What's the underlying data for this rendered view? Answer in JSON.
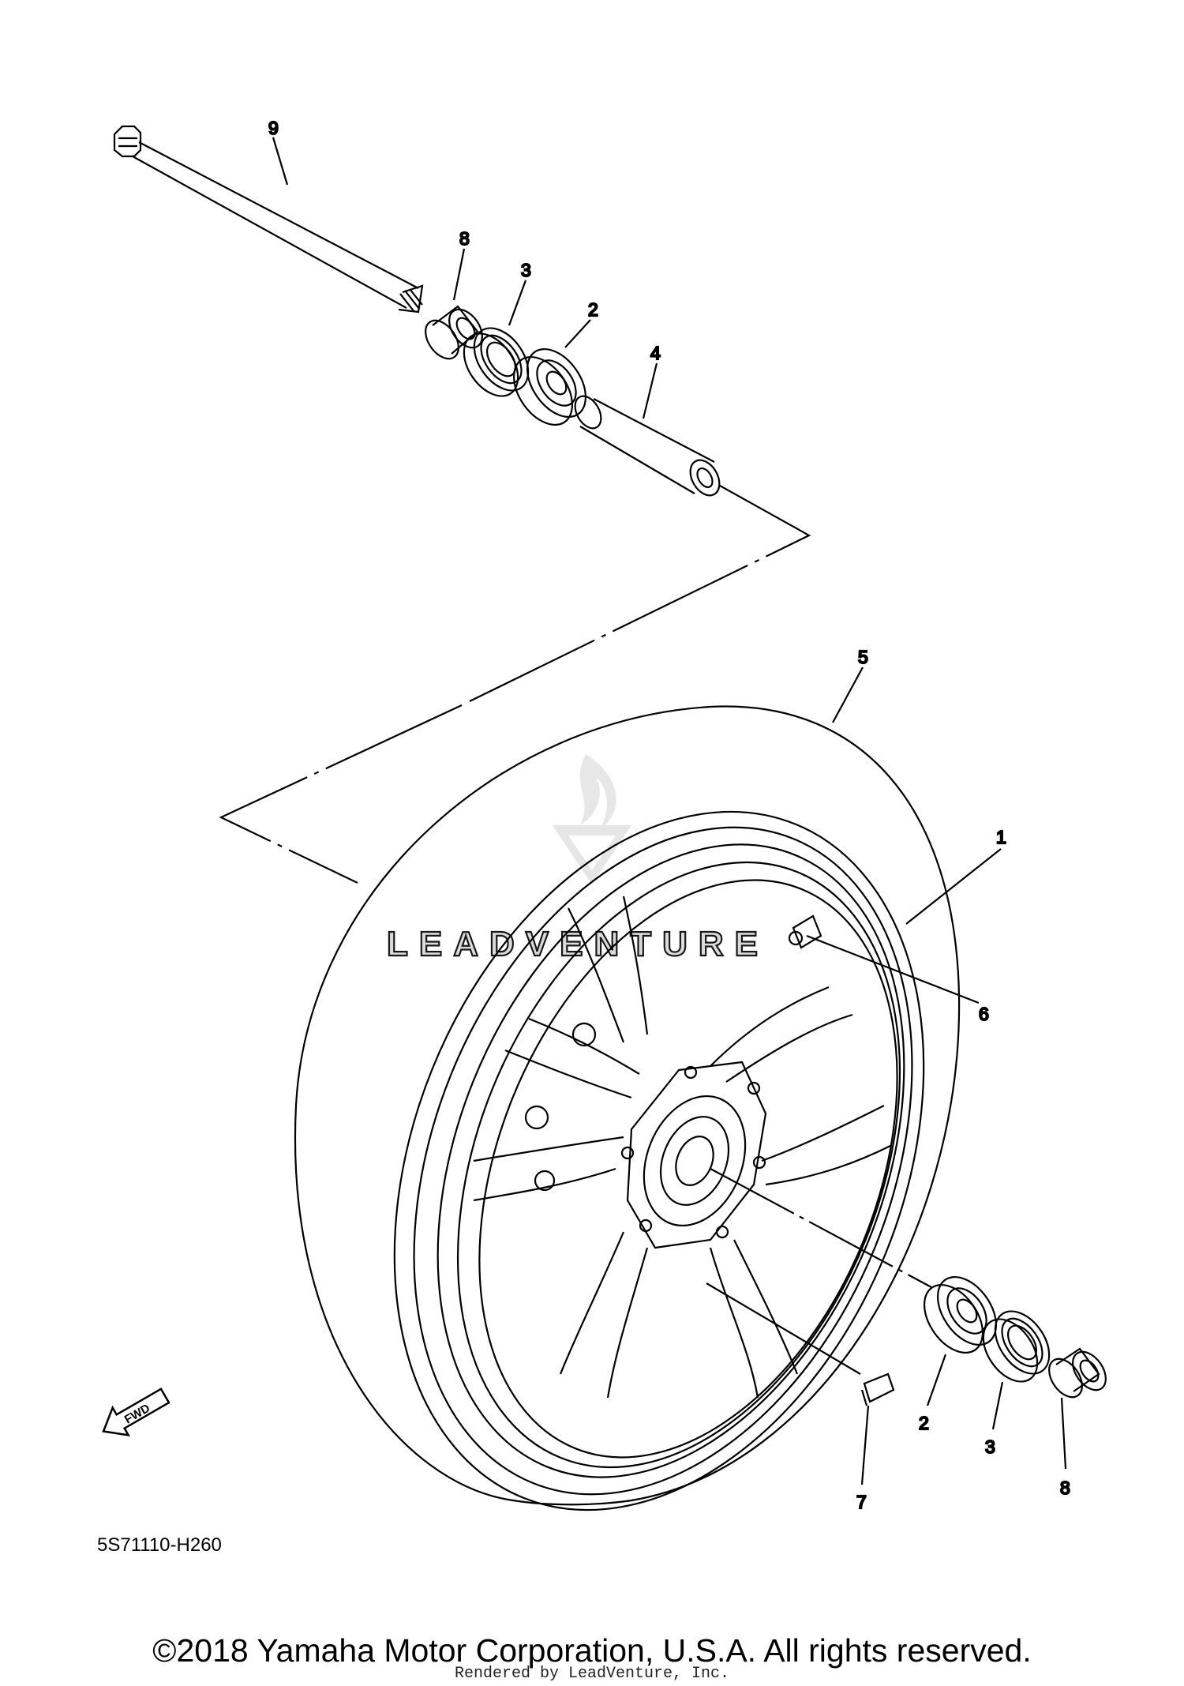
{
  "diagram": {
    "callouts": {
      "c1": "1",
      "c2_top": "2",
      "c2_bottom": "2",
      "c3_top": "3",
      "c3_bottom": "3",
      "c4": "4",
      "c5": "5",
      "c6": "6",
      "c7": "7",
      "c8_top": "8",
      "c8_bottom": "8",
      "c9": "9"
    },
    "fwd_label": "FWD",
    "part_code": "5S71110-H260",
    "watermark_text": "LEADVENTURE",
    "copyright": "©2018 Yamaha Motor Corporation, U.S.A. All rights reserved.",
    "rendered_by": "Rendered by LeadVenture, Inc."
  }
}
